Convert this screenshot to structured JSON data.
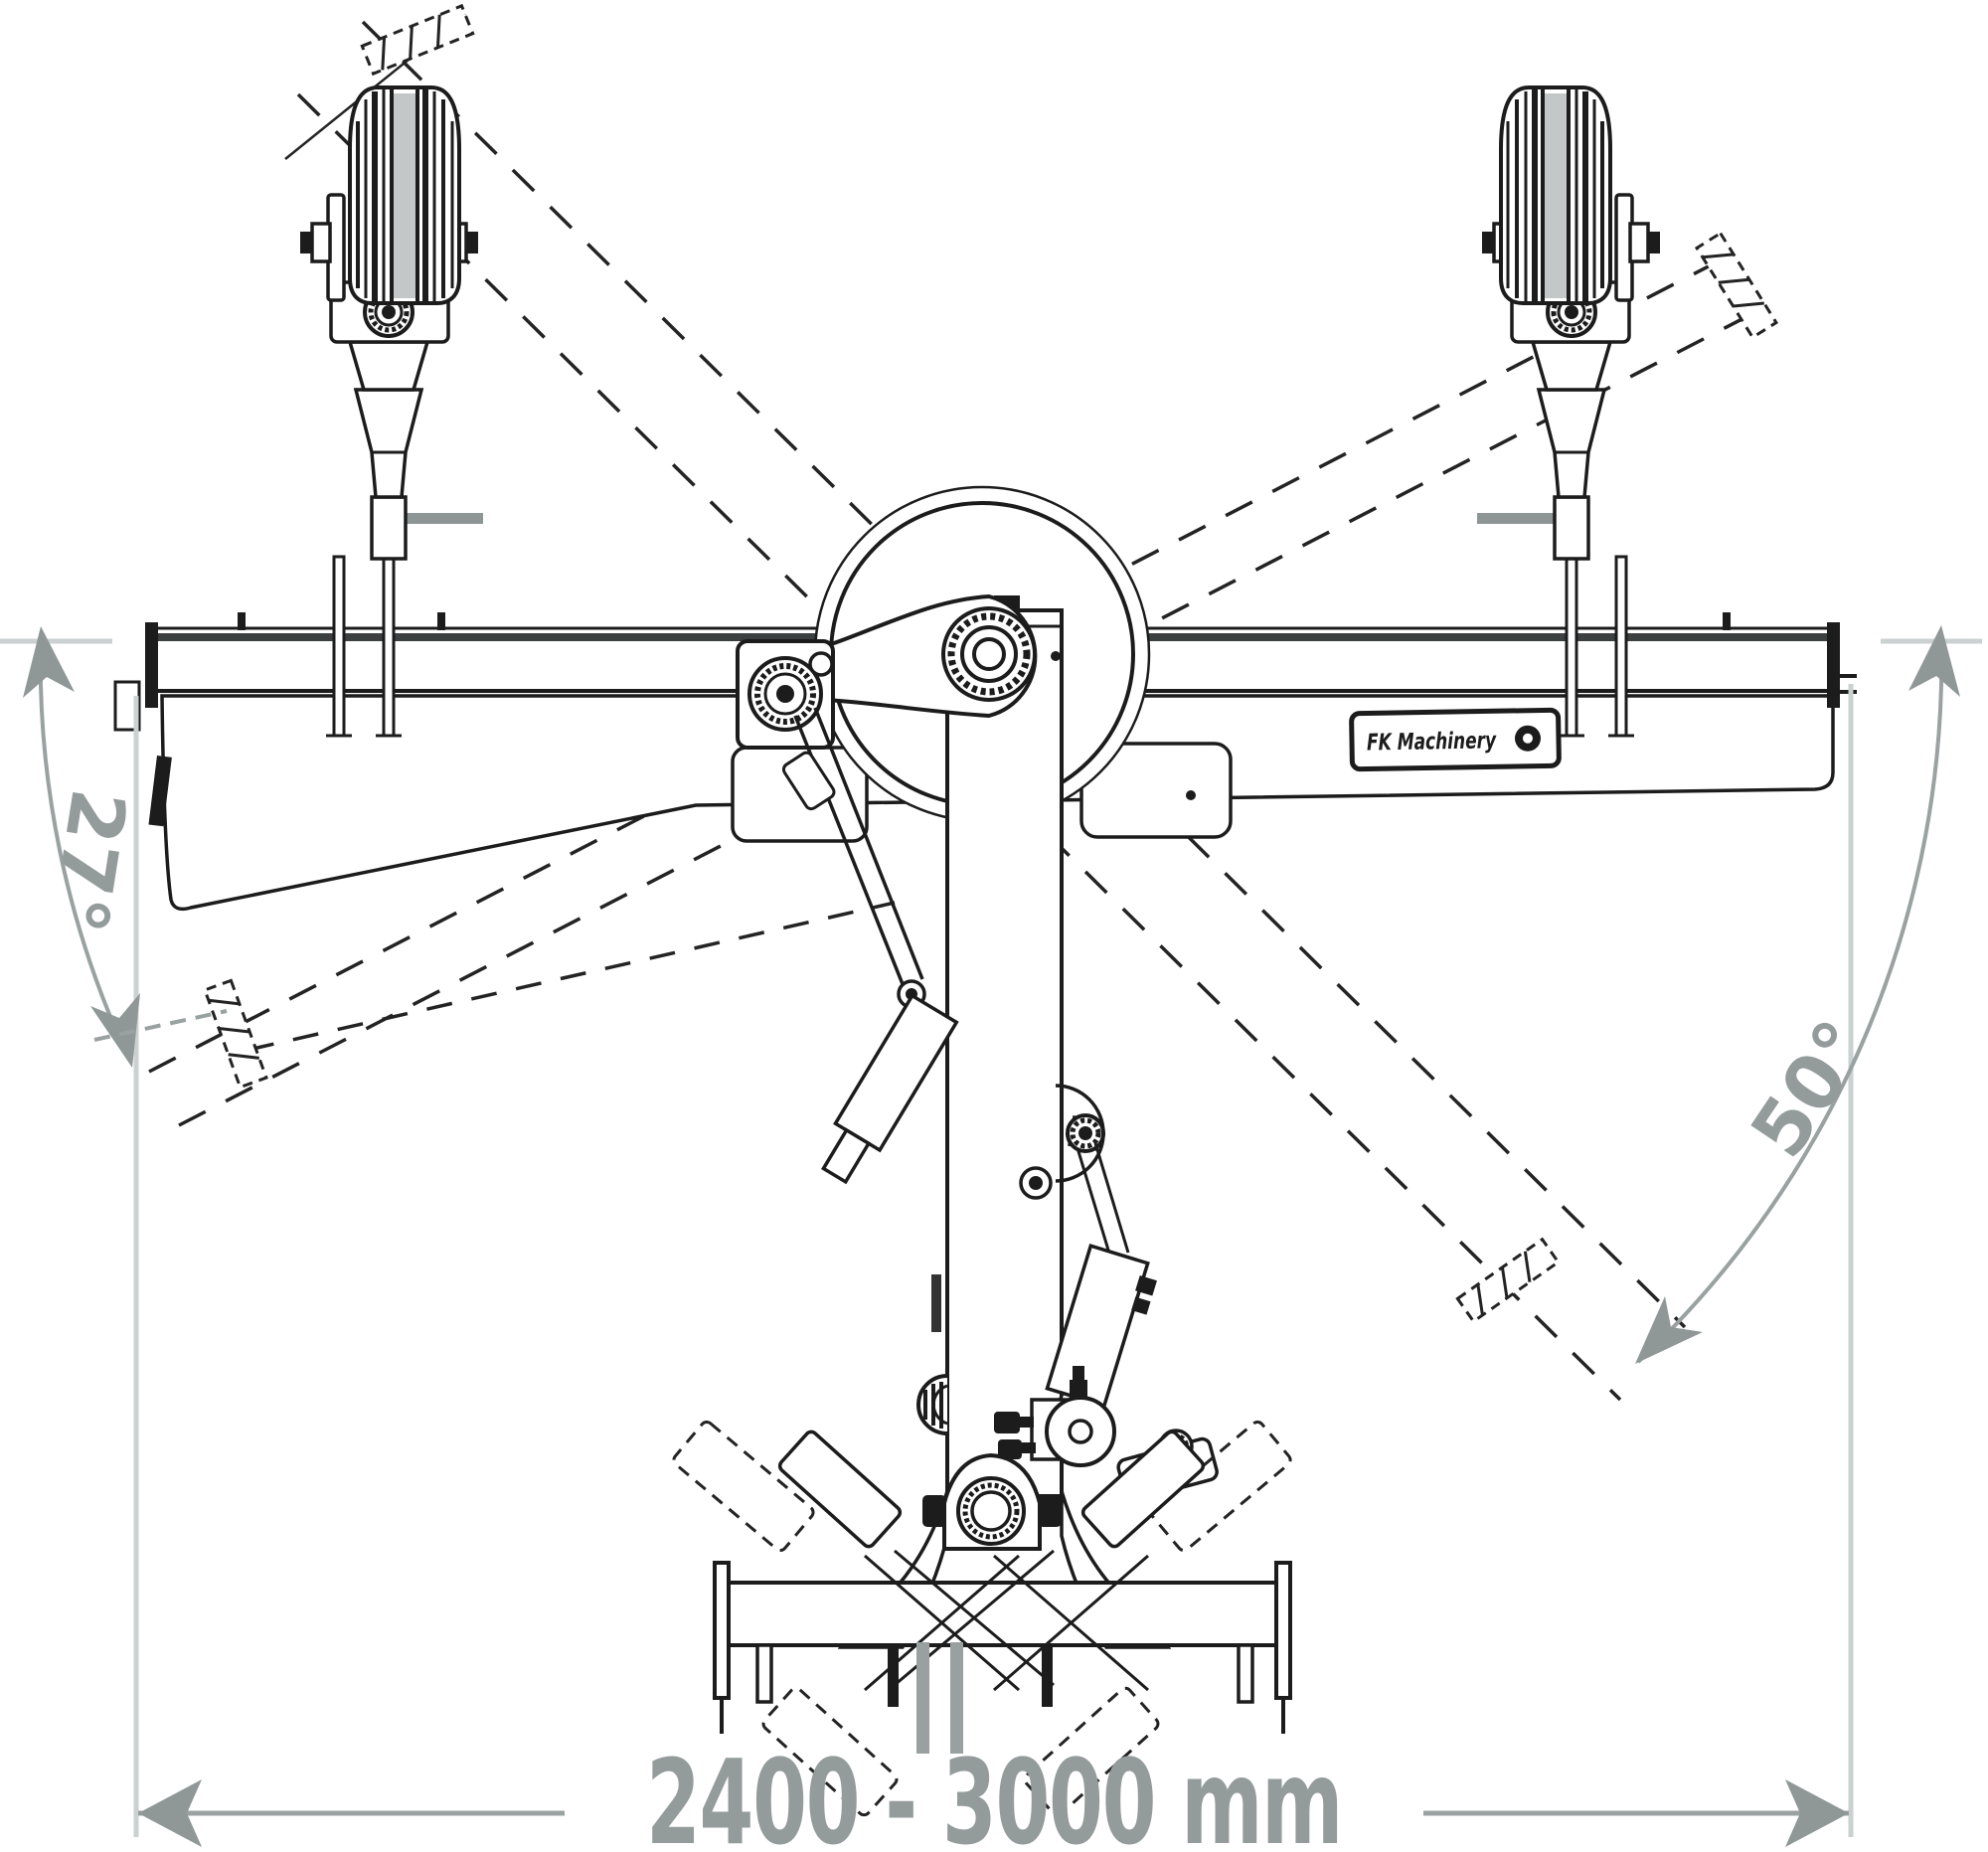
{
  "drawing": {
    "type": "technical-top-view-diagram",
    "subject": "grader-blade-implement-with-caster-wheels",
    "dimensions": {
      "tilt_angle_left": "27°",
      "swing_angle_right": "50°",
      "working_width": "2400 - 3000 mm"
    },
    "logo_plate": {
      "brand": "FK Machinery"
    },
    "icons": [
      "up-arrow-icon",
      "down-arrow-icon",
      "left-arrow-icon",
      "right-arrow-icon",
      "angle-arc-icon",
      "dashed-ghost-blade-icon"
    ],
    "colors": {
      "ink": "#1c1c1c",
      "annotation_gray": "#949b9b",
      "arrow_gray": "#8f9797",
      "extension_line_gray": "#cbd0d0",
      "tire_band_gray": "#c3c7c7",
      "pin_gray": "#8e9595",
      "background": "#ffffff"
    }
  }
}
